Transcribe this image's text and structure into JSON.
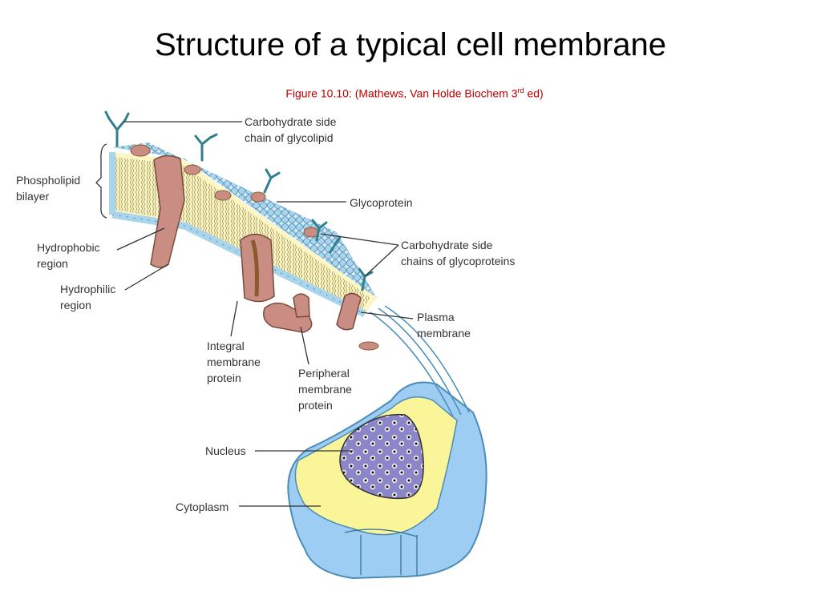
{
  "title": "Structure of a typical cell membrane",
  "caption": {
    "text": "Figure 10.10: (Mathews, Van Holde Biochem 3",
    "superscript": "rd",
    "suffix": " ed)",
    "color": "#c00000"
  },
  "labels": {
    "carbohydrate_glycolipid": "Carbohydrate side\nchain of glycolipid",
    "phospholipid_bilayer": "Phospholipid\nbilayer",
    "glycoprotein": "Glycoprotein",
    "carbohydrate_glycoproteins": "Carbohydrate side\nchains of glycoproteins",
    "hydrophobic_region": "Hydrophobic\nregion",
    "hydrophilic_region": "Hydrophilic\nregion",
    "plasma_membrane": "Plasma\nmembrane",
    "integral_protein": "Integral\nmembrane\nprotein",
    "peripheral_protein": "Peripheral\nmembrane\nprotein",
    "nucleus": "Nucleus",
    "cytoplasm": "Cytoplasm"
  },
  "colors": {
    "lipid_head": "#a8d4ec",
    "lipid_head_outline": "#4a8cb8",
    "bilayer_core": "#fbf6c4",
    "protein": "#c98d84",
    "protein_dark": "#8a5a2c",
    "carbohydrate": "#2f7f8f",
    "cytoplasm": "#fbf59a",
    "cell_outer": "#9dcdf2",
    "nucleus": "#8b86c8",
    "leader_line": "#333333"
  }
}
